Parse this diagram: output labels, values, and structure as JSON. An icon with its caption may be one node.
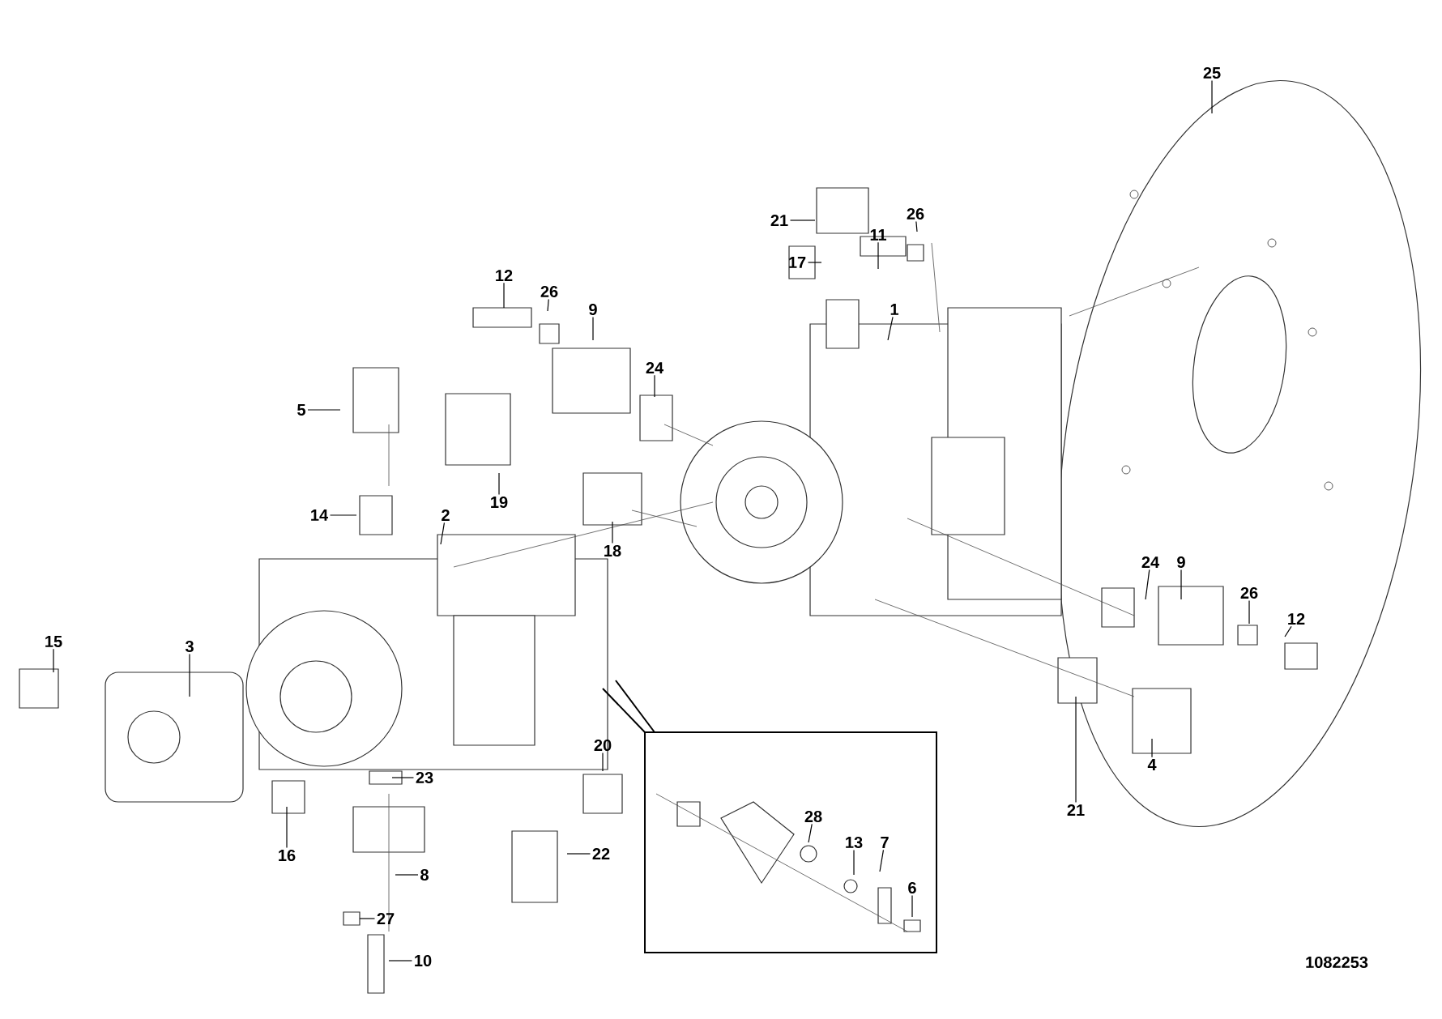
{
  "diagram": {
    "nodes": [
      {
        "text": [
          "25"
        ]
      },
      {
        "text": [
          "21"
        ]
      },
      {
        "text": [
          "11"
        ]
      },
      {
        "text": [
          "26"
        ]
      },
      {
        "text": [
          "17"
        ]
      },
      {
        "text": [
          "1"
        ]
      },
      {
        "text": [
          "12"
        ]
      },
      {
        "text": [
          "26"
        ]
      },
      {
        "text": [
          "9"
        ]
      },
      {
        "text": [
          "24"
        ]
      },
      {
        "text": [
          "5"
        ]
      },
      {
        "text": [
          "19"
        ]
      },
      {
        "text": [
          "14"
        ]
      },
      {
        "text": [
          "18"
        ]
      },
      {
        "text": [
          "2"
        ]
      },
      {
        "text": [
          "15"
        ]
      },
      {
        "text": [
          "3"
        ]
      },
      {
        "text": [
          "24"
        ]
      },
      {
        "text": [
          "9"
        ]
      },
      {
        "text": [
          "26"
        ]
      },
      {
        "text": [
          "12"
        ]
      },
      {
        "text": [
          "20"
        ]
      },
      {
        "text": [
          "21"
        ]
      },
      {
        "text": [
          "4"
        ]
      },
      {
        "text": [
          "23"
        ]
      },
      {
        "text": [
          "16"
        ]
      },
      {
        "text": [
          "22"
        ]
      },
      {
        "text": [
          "8"
        ]
      },
      {
        "text": [
          "28"
        ]
      },
      {
        "text": [
          "13"
        ]
      },
      {
        "text": [
          "7"
        ]
      },
      {
        "text": [
          "6"
        ]
      },
      {
        "text": [
          "27"
        ]
      },
      {
        "text": [
          "10"
        ]
      }
    ],
    "edges": [
      {
        "from": 0,
        "to": null,
        "arrow": "none"
      },
      {
        "from": 1,
        "to": null,
        "arrow": "none"
      },
      {
        "from": 2,
        "to": null,
        "arrow": "none"
      },
      {
        "from": 3,
        "to": null,
        "arrow": "none"
      },
      {
        "from": 4,
        "to": null,
        "arrow": "none"
      },
      {
        "from": 5,
        "to": null,
        "arrow": "none"
      },
      {
        "from": 6,
        "to": null,
        "arrow": "none"
      },
      {
        "from": 7,
        "to": null,
        "arrow": "none"
      },
      {
        "from": 8,
        "to": null,
        "arrow": "none"
      },
      {
        "from": 9,
        "to": null,
        "arrow": "none"
      },
      {
        "from": 10,
        "to": null,
        "arrow": "none"
      },
      {
        "from": 11,
        "to": null,
        "arrow": "none"
      },
      {
        "from": 12,
        "to": null,
        "arrow": "none"
      },
      {
        "from": 13,
        "to": null,
        "arrow": "none"
      },
      {
        "from": 14,
        "to": null,
        "arrow": "none"
      },
      {
        "from": 15,
        "to": null,
        "arrow": "none"
      },
      {
        "from": 16,
        "to": null,
        "arrow": "none"
      },
      {
        "from": 17,
        "to": null,
        "arrow": "none"
      },
      {
        "from": 18,
        "to": null,
        "arrow": "none"
      },
      {
        "from": 19,
        "to": null,
        "arrow": "none"
      },
      {
        "from": 20,
        "to": null,
        "arrow": "none"
      },
      {
        "from": 21,
        "to": null,
        "arrow": "none"
      },
      {
        "from": 22,
        "to": null,
        "arrow": "none"
      },
      {
        "from": 23,
        "to": null,
        "arrow": "none"
      },
      {
        "from": 24,
        "to": null,
        "arrow": "none"
      },
      {
        "from": 25,
        "to": null,
        "arrow": "none"
      },
      {
        "from": 26,
        "to": null,
        "arrow": "none"
      },
      {
        "from": 27,
        "to": null,
        "arrow": "none"
      },
      {
        "from": 28,
        "to": null,
        "arrow": "none"
      },
      {
        "from": 29,
        "to": null,
        "arrow": "none"
      },
      {
        "from": 30,
        "to": null,
        "arrow": "none"
      },
      {
        "from": 31,
        "to": null,
        "arrow": "none"
      },
      {
        "from": 32,
        "to": null,
        "arrow": "none"
      },
      {
        "from": 33,
        "to": null,
        "arrow": "none"
      }
    ],
    "labels": [
      "1082253"
    ]
  }
}
